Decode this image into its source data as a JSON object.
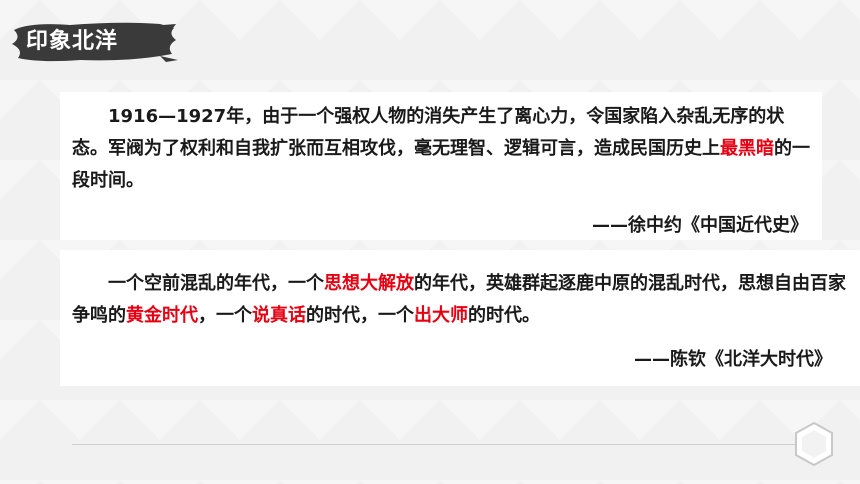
{
  "header": {
    "title": "印象北洋"
  },
  "quote1": {
    "text_a": "1916—1927年，由于一个强权人物的消失产生了离心力，令国家陷入杂乱无序的状态。军阀为了权利和自我扩张而互相攻伐，毫无理智、逻辑可言，造成民国历史上",
    "hl_a": "最黑暗",
    "text_b": "的一段时间。",
    "citation": "——徐中约《中国近代史》"
  },
  "quote2": {
    "text_a": "一个空前混乱的年代，一个",
    "hl_a": "思想大解放",
    "text_b": "的年代，英雄群起逐鹿中原的混乱时代，思想自由百家争鸣的",
    "hl_b": "黄金时代",
    "text_c": "，一个",
    "hl_c": "说真话",
    "text_d": "的时代，一个",
    "hl_d": "出大师",
    "text_e": "的时代。",
    "citation": "——陈钦《北洋大时代》"
  },
  "icons": {
    "decor": "hexagon-icon"
  },
  "colors": {
    "highlight": "#e60012",
    "brush": "#3a3a3a",
    "text": "#1a1a1a"
  }
}
